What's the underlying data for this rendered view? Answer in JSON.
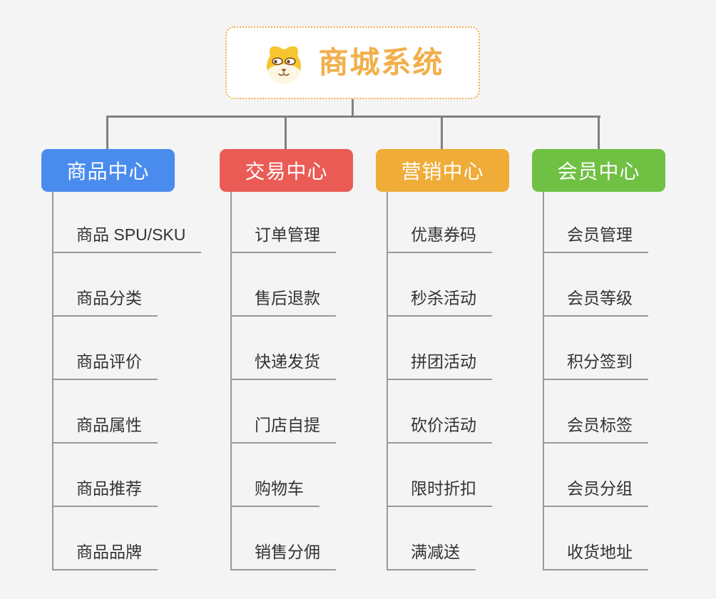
{
  "root": {
    "title": "商城系统",
    "icon": "dog-icon"
  },
  "branches": [
    {
      "label": "商品中心",
      "color": "#4a8cee",
      "children": [
        "商品 SPU/SKU",
        "商品分类",
        "商品评价",
        "商品属性",
        "商品推荐",
        "商品品牌"
      ]
    },
    {
      "label": "交易中心",
      "color": "#ea5b55",
      "children": [
        "订单管理",
        "售后退款",
        "快递发货",
        "门店自提",
        "购物车",
        "销售分佣"
      ]
    },
    {
      "label": "营销中心",
      "color": "#efac38",
      "children": [
        "优惠券码",
        "秒杀活动",
        "拼团活动",
        "砍价活动",
        "限时折扣",
        "满减送"
      ]
    },
    {
      "label": "会员中心",
      "color": "#6fc043",
      "children": [
        "会员管理",
        "会员等级",
        "积分签到",
        "会员标签",
        "会员分组",
        "收货地址"
      ]
    }
  ],
  "palette": {
    "background": "#f4f4f4",
    "connector_line": "#808080",
    "child_line": "#999999",
    "child_text": "#333333",
    "root_border": "#f3ab4e",
    "root_title": "#f2af4b",
    "dog_yellow": "#f7c52f",
    "dog_cream": "#fdf6e3",
    "dog_brown": "#8b5a2b"
  }
}
